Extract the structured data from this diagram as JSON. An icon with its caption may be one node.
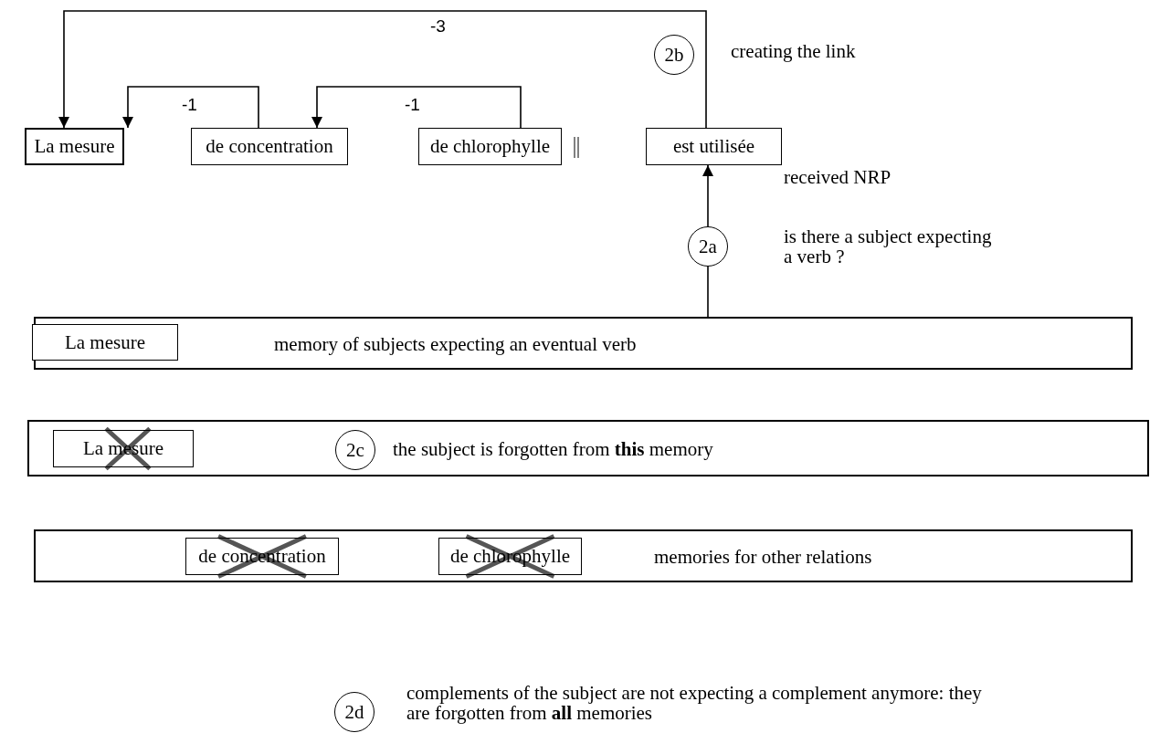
{
  "diagram": {
    "nodes": [
      {
        "text": [
          "La mesure"
        ]
      },
      {
        "text": [
          "de concentration"
        ]
      },
      {
        "text": [
          "de chlorophylle"
        ]
      },
      {
        "text": [
          "est utilisée"
        ]
      },
      {
        "text": [
          "2b"
        ],
        "beside": [
          "creating the link"
        ]
      },
      {
        "text": [
          "2a"
        ],
        "beside": [
          "is there a subject expecting a verb ?"
        ]
      },
      {
        "text": [
          "memory of subjects expecting an eventual verb"
        ]
      },
      {
        "text": [
          "La mesure"
        ],
        "in": 6
      },
      {
        "text": [
          "the subject is forgotten from **this** memory"
        ]
      },
      {
        "text": [
          "La mesure"
        ],
        "in": 8
      },
      {
        "text": [
          "2c"
        ],
        "in": 8
      },
      {
        "text": [
          "memories for other relations"
        ]
      },
      {
        "text": [
          "de concentration"
        ],
        "in": 11
      },
      {
        "text": [
          "de chlorophylle"
        ],
        "in": 11
      },
      {
        "text": [
          "2d"
        ],
        "beside": [
          "complements of the subject are not expecting a complement anymore: they are forgotten from **all** memories"
        ]
      }
    ],
    "edges": [
      {
        "from": 1,
        "to": 0,
        "arrow": "to",
        "label": "-1"
      },
      {
        "from": 3,
        "to": 0,
        "arrow": "to",
        "label": "-3"
      },
      {
        "from": 2,
        "to": 1,
        "arrow": "to",
        "label": "-1"
      },
      {
        "from": 6,
        "to": 5,
        "arrow": "none"
      },
      {
        "from": 5,
        "to": 3,
        "arrow": "to"
      }
    ],
    "labels": [
      "received NRP"
    ]
  }
}
